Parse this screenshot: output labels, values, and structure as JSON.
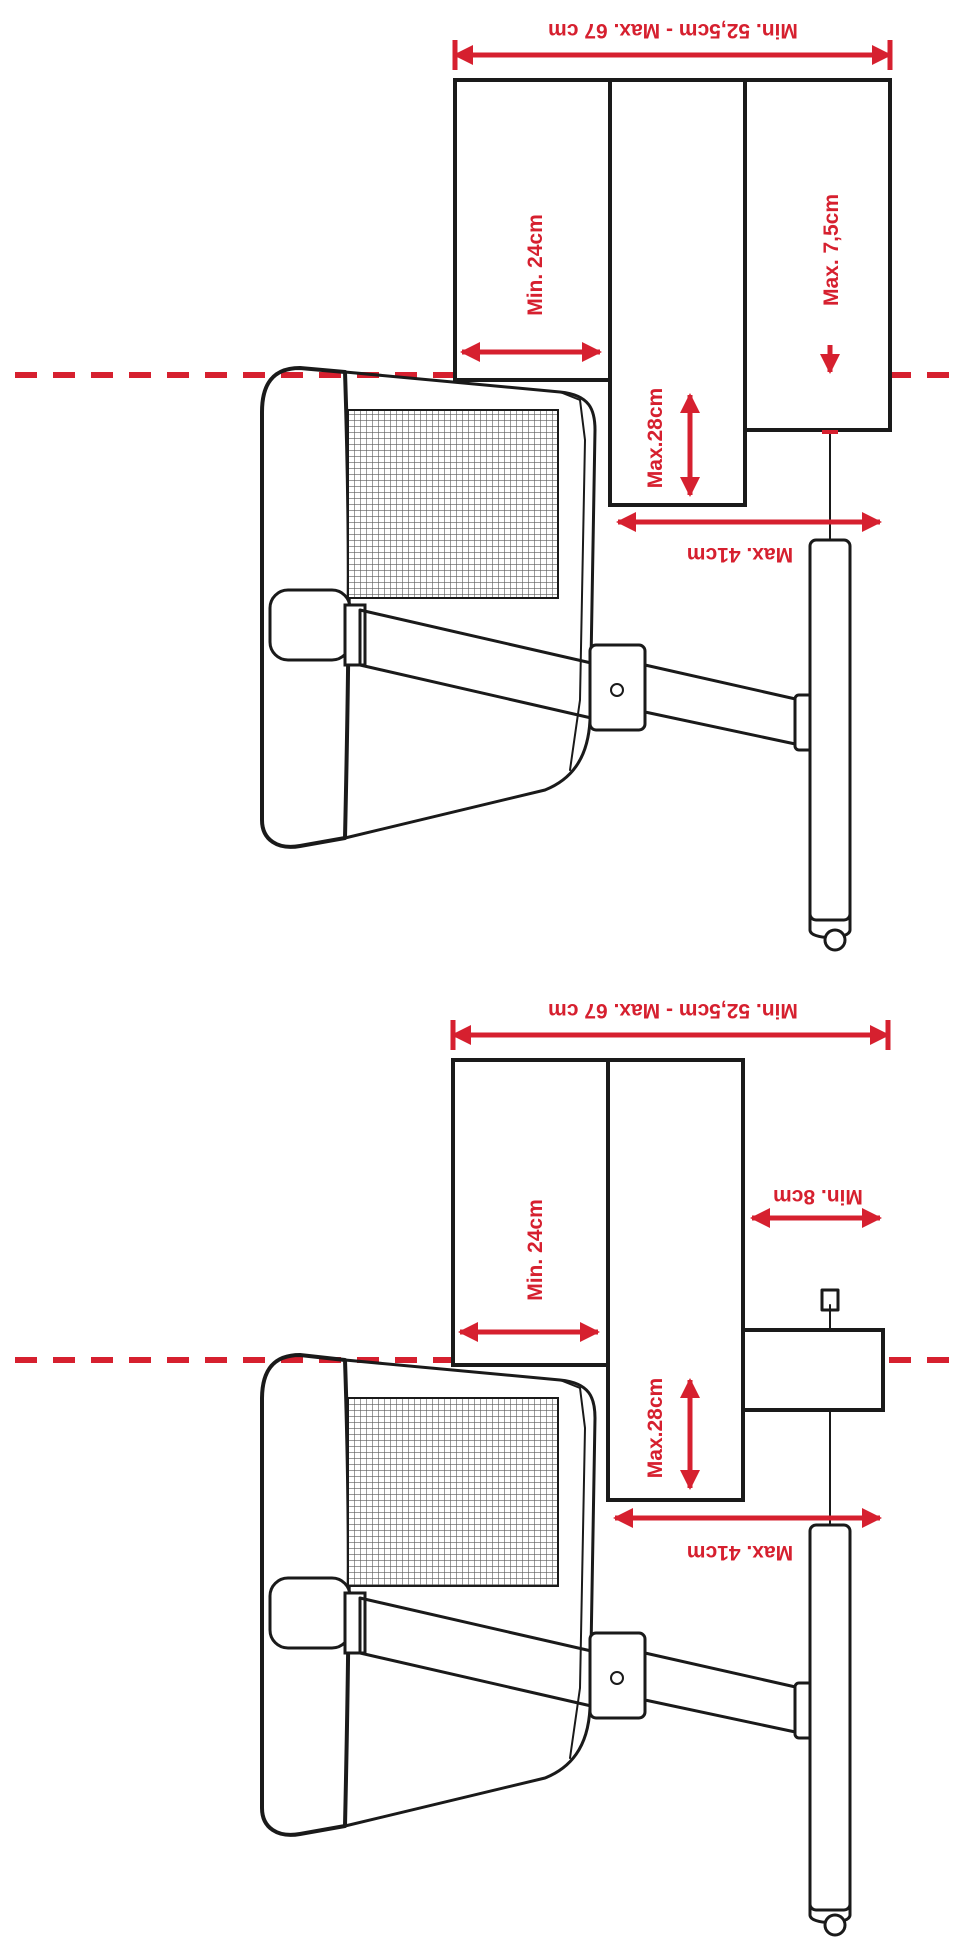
{
  "colors": {
    "dimension": "#d6202f",
    "line": "#1a1a1a",
    "mesh": "#5a5a5a",
    "background": "#ffffff"
  },
  "diagrams": [
    {
      "labels": {
        "total_width": "Min. 52,5cm - Max. 67 cm",
        "min_depth": "Min. 24cm",
        "max_height": "Max.28cm",
        "max_reach": "Max. 41cm",
        "max_offset": "Max. 7,5cm"
      }
    },
    {
      "labels": {
        "total_width": "Min. 52,5cm - Max. 67 cm",
        "min_depth": "Min. 24cm",
        "max_height": "Max.28cm",
        "max_reach": "Max. 41cm",
        "min_gap": "Min. 8cm"
      }
    }
  ]
}
